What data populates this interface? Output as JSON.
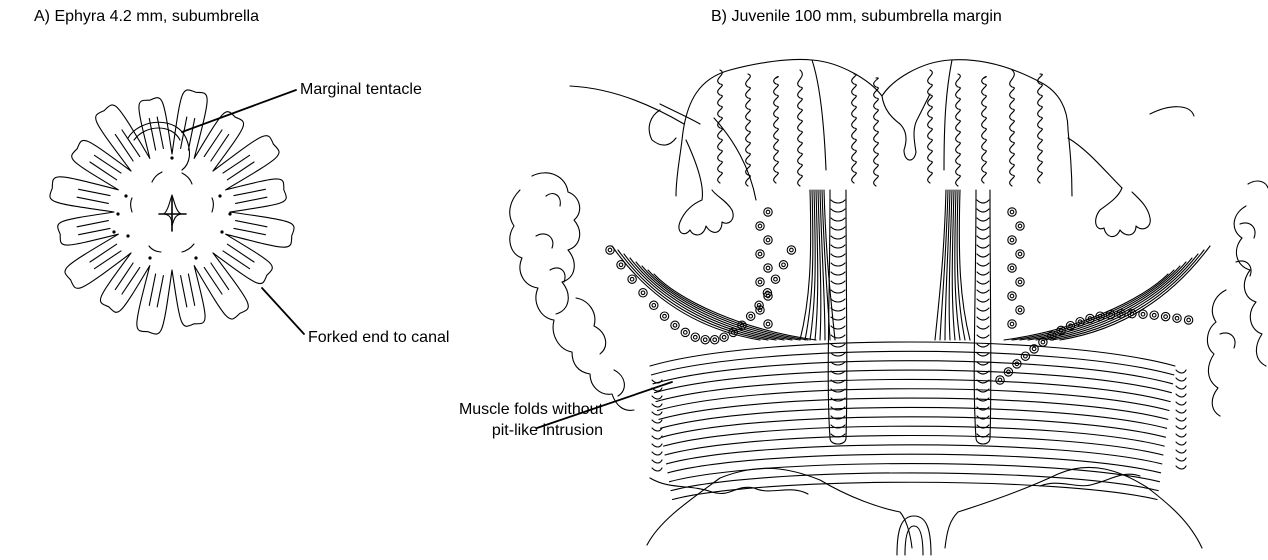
{
  "panel_a": {
    "title": "A) Ephyra 4.2 mm, subumbrella",
    "labels": {
      "marginal_tentacle": "Marginal tentacle",
      "forked_end": "Forked end to canal"
    }
  },
  "panel_b": {
    "title": "B) Juvenile 100 mm, subumbrella margin",
    "labels": {
      "muscle_folds_line1": "Muscle folds without",
      "muscle_folds_line2": "pit-like intrusion"
    }
  },
  "colors": {
    "ink": "#000000",
    "background": "#ffffff"
  }
}
